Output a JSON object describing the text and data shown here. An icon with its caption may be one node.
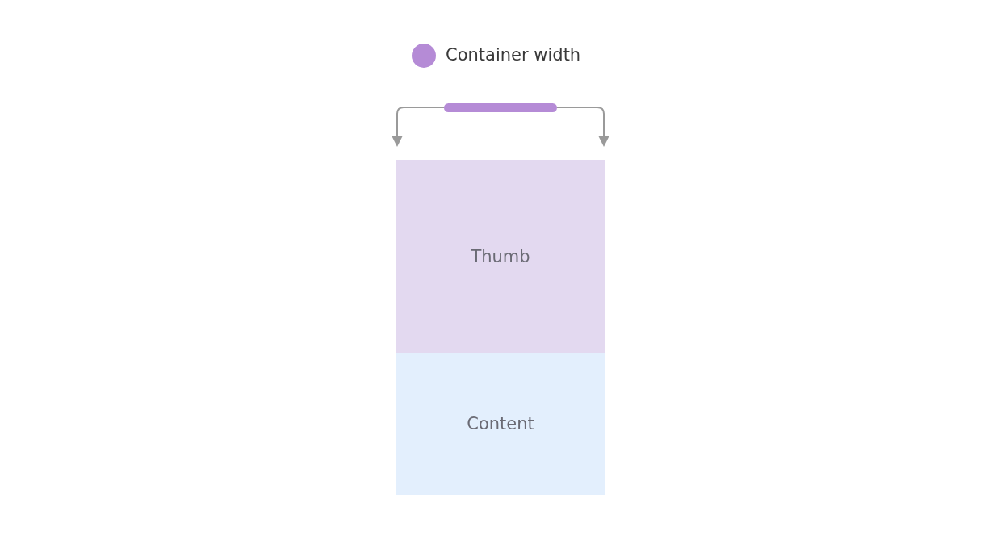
{
  "diagram": {
    "nodes": [
      {
        "text": [
          "Thumb"
        ]
      },
      {
        "text": [
          "Content"
        ]
      }
    ],
    "legend": [
      {
        "text": "Container width",
        "color": "#b58bd6"
      }
    ]
  }
}
